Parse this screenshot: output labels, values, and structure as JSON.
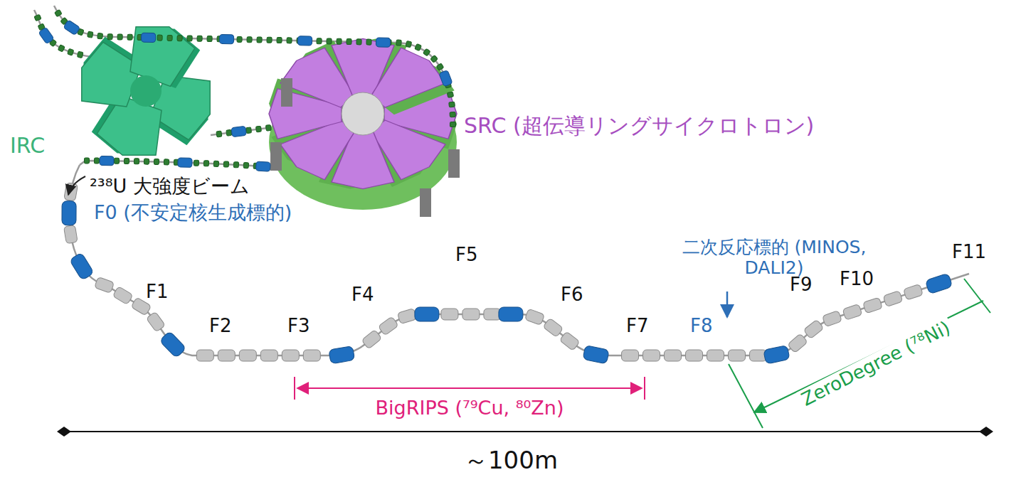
{
  "diagram": {
    "labels": [
      "IRC",
      "SRC (超伝導リングサイクロトロン)",
      "²³⁸U 大強度ビーム",
      "F0 (不安定核生成標的)",
      "F1",
      "F2",
      "F3",
      "F4",
      "F5",
      "F6",
      "F7",
      "F8",
      "F9",
      "F10",
      "F11",
      "二次反応標的 (MINOS, DALI2)",
      "BigRIPS (⁷⁹Cu, ⁸⁰Zn)",
      "ZeroDegree (⁷⁸Ni)",
      "～100m"
    ]
  }
}
